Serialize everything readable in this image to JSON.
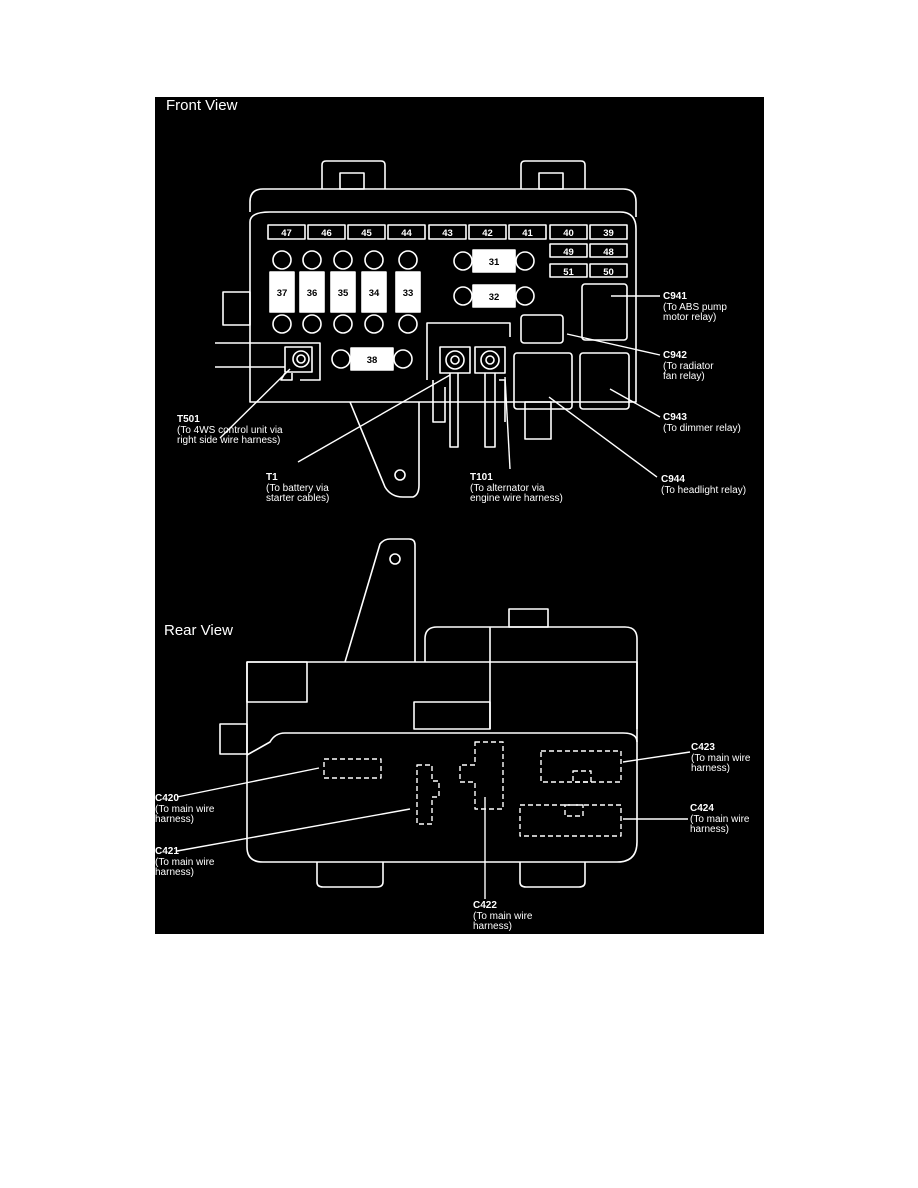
{
  "front_view": {
    "title": "Front View",
    "top_fuses": [
      "47",
      "46",
      "45",
      "44",
      "43",
      "42",
      "41",
      "40",
      "39"
    ],
    "mini_fuses": [
      "49",
      "48",
      "51",
      "50"
    ],
    "vertical_fuses": [
      "37",
      "36",
      "35",
      "34",
      "33"
    ],
    "horizontal_fuses": [
      "31",
      "32",
      "38"
    ],
    "callouts": [
      {
        "id": "C941",
        "desc": "(To ABS pump\nmotor relay)"
      },
      {
        "id": "C942",
        "desc": "(To radiator\nfan relay)"
      },
      {
        "id": "C943",
        "desc": "(To dimmer relay)"
      },
      {
        "id": "C944",
        "desc": "(To headlight relay)"
      },
      {
        "id": "T501",
        "desc": "(To 4WS control unit via\nright side wire harness)"
      },
      {
        "id": "T1",
        "desc": "(To battery via\nstarter cables)"
      },
      {
        "id": "T101",
        "desc": "(To alternator via\nengine wire harness)"
      }
    ]
  },
  "rear_view": {
    "title": "Rear View",
    "callouts": [
      {
        "id": "C420",
        "desc": "(To main wire\nharness)"
      },
      {
        "id": "C421",
        "desc": "(To main wire\nharness)"
      },
      {
        "id": "C422",
        "desc": "(To main wire\nharness)"
      },
      {
        "id": "C423",
        "desc": "(To main wire\nharness)"
      },
      {
        "id": "C424",
        "desc": "(To main wire\nharness)"
      }
    ]
  },
  "colors": {
    "background": "#000000",
    "line": "#ffffff"
  }
}
